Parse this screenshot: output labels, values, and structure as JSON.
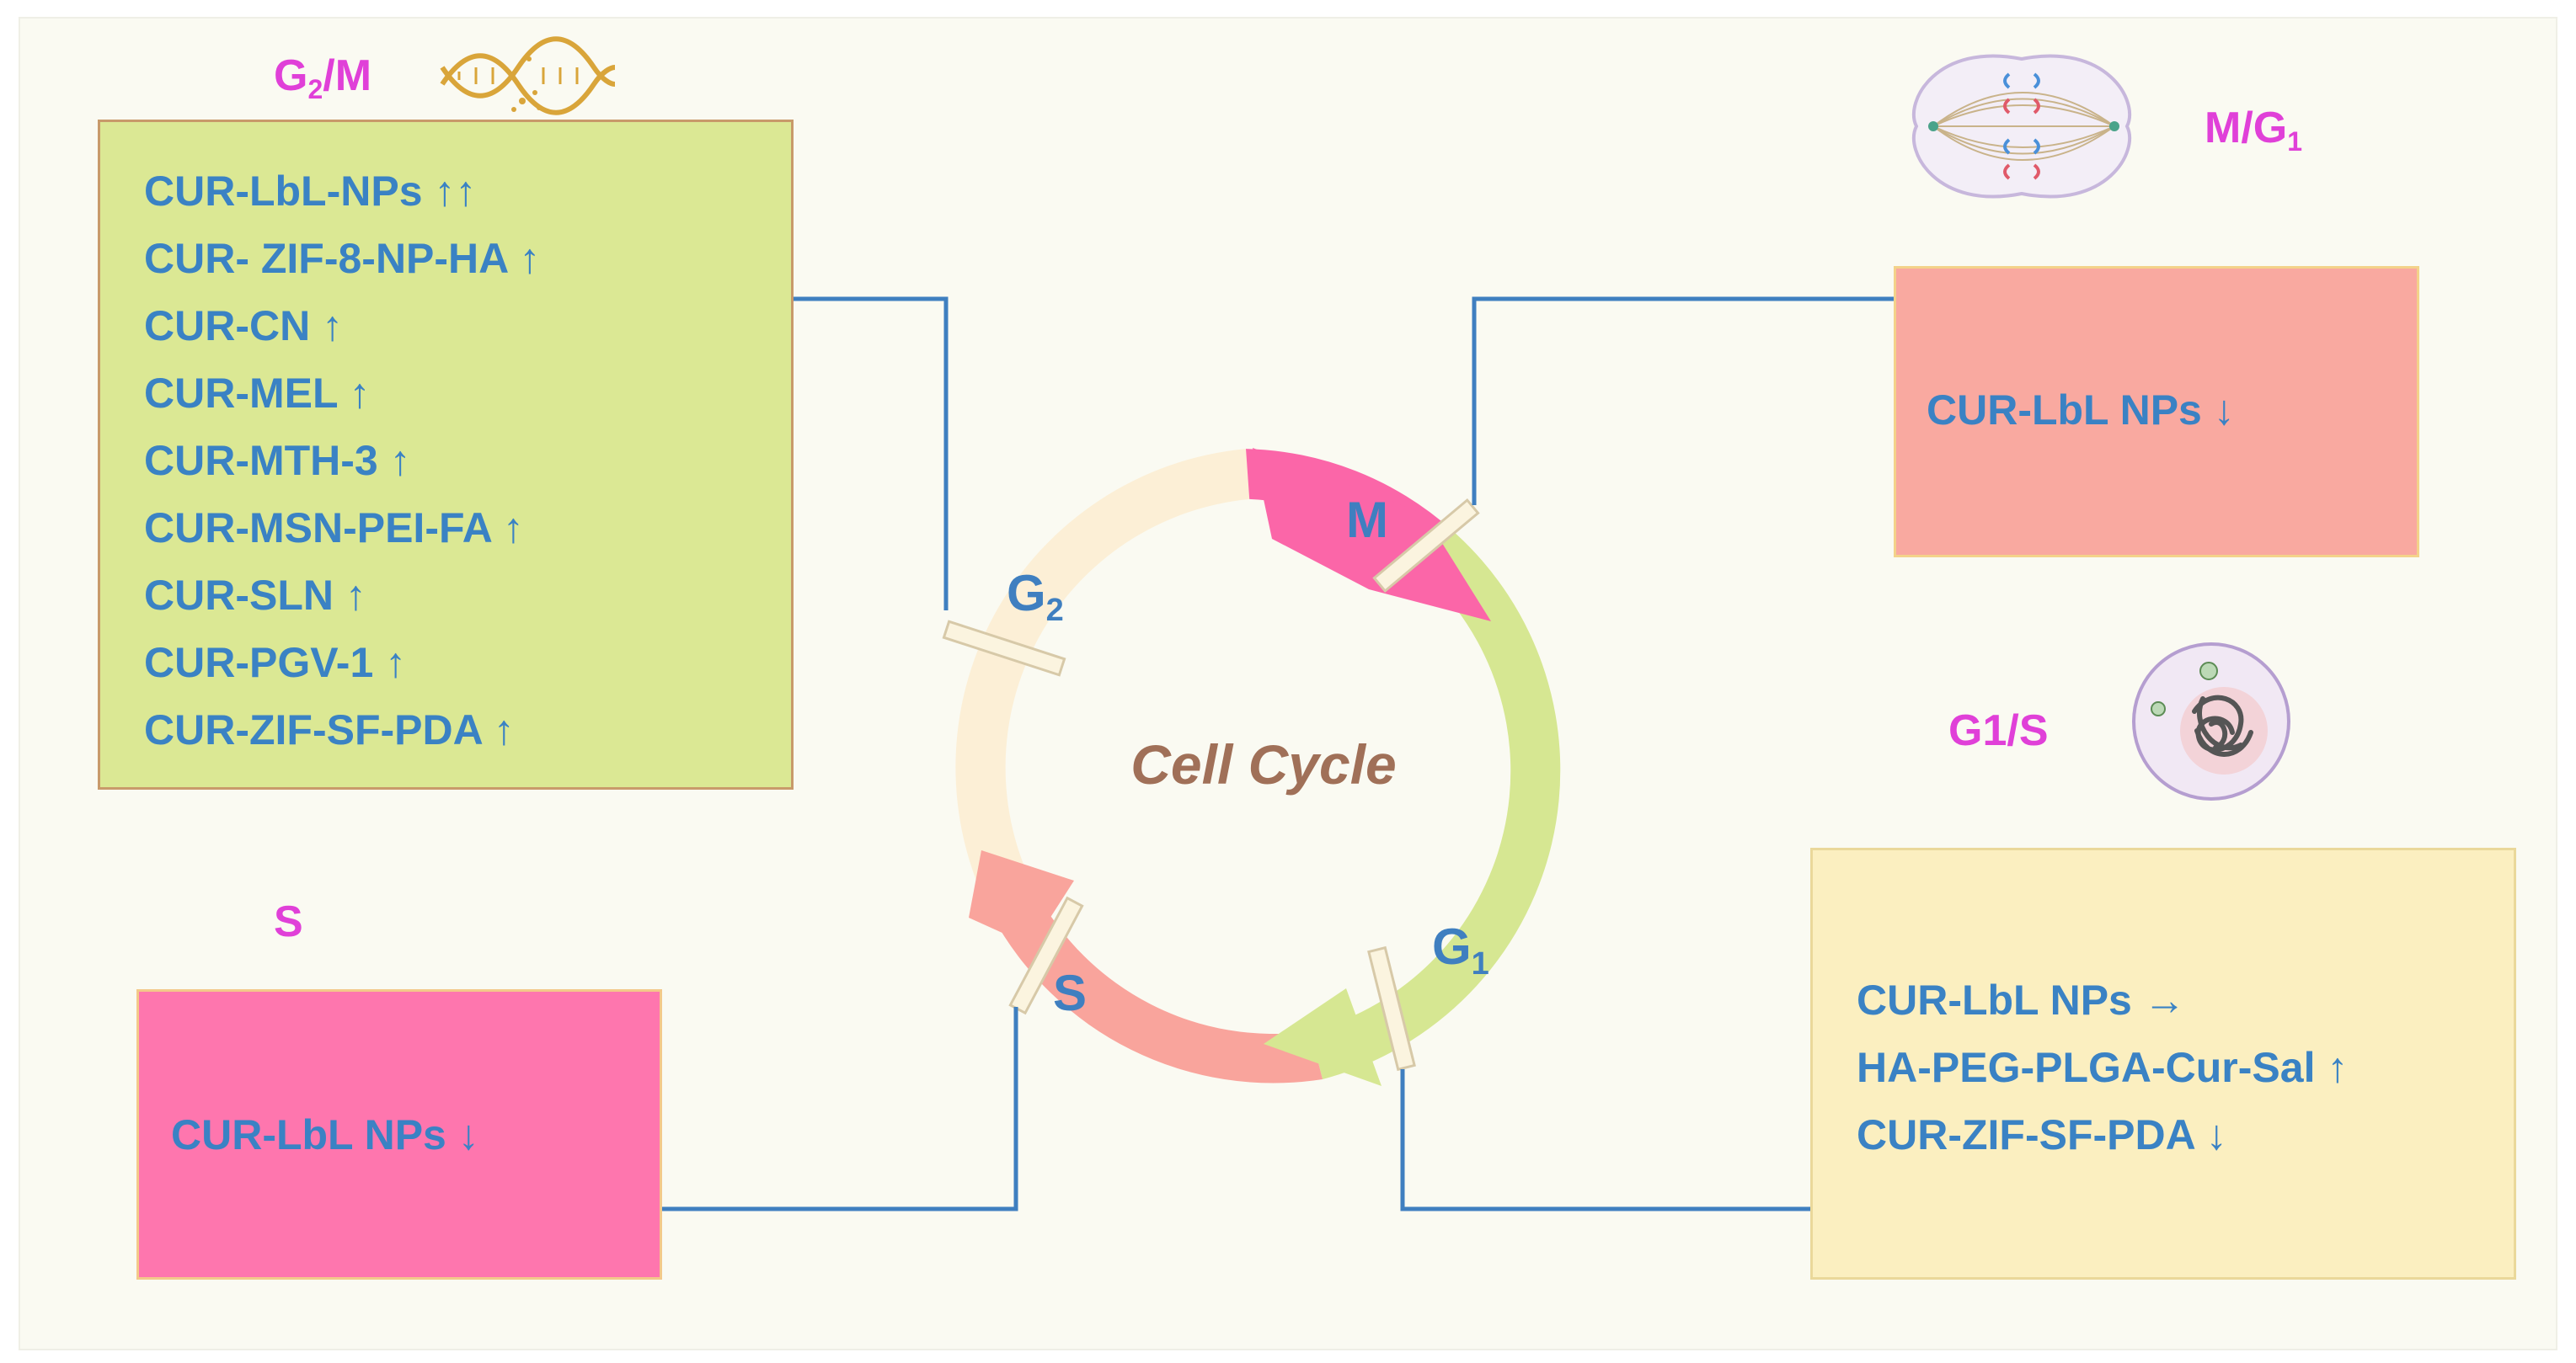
{
  "g2m": {
    "title_main": "G",
    "title_sub": "2",
    "title_tail": "/M",
    "items": [
      "CUR-LbL-NPs ↑↑",
      "CUR- ZIF-8-NP-HA ↑",
      "CUR-CN ↑",
      "CUR-MEL ↑",
      "CUR-MTH-3 ↑",
      "CUR-MSN-PEI-FA ↑",
      "CUR-SLN ↑",
      "CUR-PGV-1 ↑",
      "CUR-ZIF-SF-PDA ↑"
    ]
  },
  "mg1": {
    "title_main": "M/G",
    "title_sub": "1",
    "items": [
      "CUR-LbL NPs ↓"
    ]
  },
  "g1s": {
    "title": "G1/S",
    "items": [
      "CUR-LbL NPs →",
      "HA-PEG-PLGA-Cur-Sal ↑",
      "CUR-ZIF-SF-PDA ↓"
    ]
  },
  "s": {
    "title": "S",
    "items": [
      "CUR-LbL NPs ↓"
    ]
  },
  "cycle": {
    "center_title": "Cell Cycle",
    "m_label": "M",
    "g2_main": "G",
    "g2_sub": "2",
    "g1_main": "G",
    "g1_sub": "1",
    "s_label": "S"
  },
  "colors": {
    "background": "#fafaf2",
    "g2m_box": "#dbe894",
    "mg1_box": "#f9a9a0",
    "g1s_box": "#fbefc0",
    "s_box": "#fe76ae",
    "text_blue": "#3a82c4",
    "title_magenta": "#e040d8",
    "connector": "#3f7fc0",
    "ring_g2": "#fcefd6",
    "ring_g1": "#d6e792",
    "ring_s": "#f9a49c",
    "ring_m": "#fb66a8"
  },
  "icons": [
    "dna-icon",
    "mitotic-spindle-icon",
    "cell-nucleus-icon"
  ]
}
